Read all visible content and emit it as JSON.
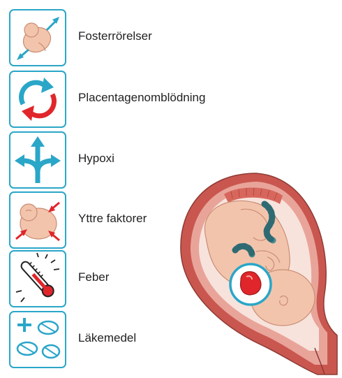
{
  "legend": {
    "items": [
      {
        "label": "Fosterrörelser",
        "icon": "fetus-with-arrows-icon"
      },
      {
        "label": "Placentagenomblödning",
        "icon": "circular-arrows-icon"
      },
      {
        "label": "Hypoxi",
        "icon": "branching-arrows-icon"
      },
      {
        "label": "Yttre faktorer",
        "icon": "external-pressure-icon"
      },
      {
        "label": "Feber",
        "icon": "thermometer-icon"
      },
      {
        "label": "Läkemedel",
        "icon": "pills-icon"
      }
    ]
  },
  "colors": {
    "frame": "#2aa6c8",
    "arrow_blue": "#2aa6c8",
    "arrow_red": "#e0262b",
    "skin": "#f3c4ac",
    "uterus": "#c9574f",
    "cord": "#4b8e96",
    "highlight": "#e0262b"
  }
}
